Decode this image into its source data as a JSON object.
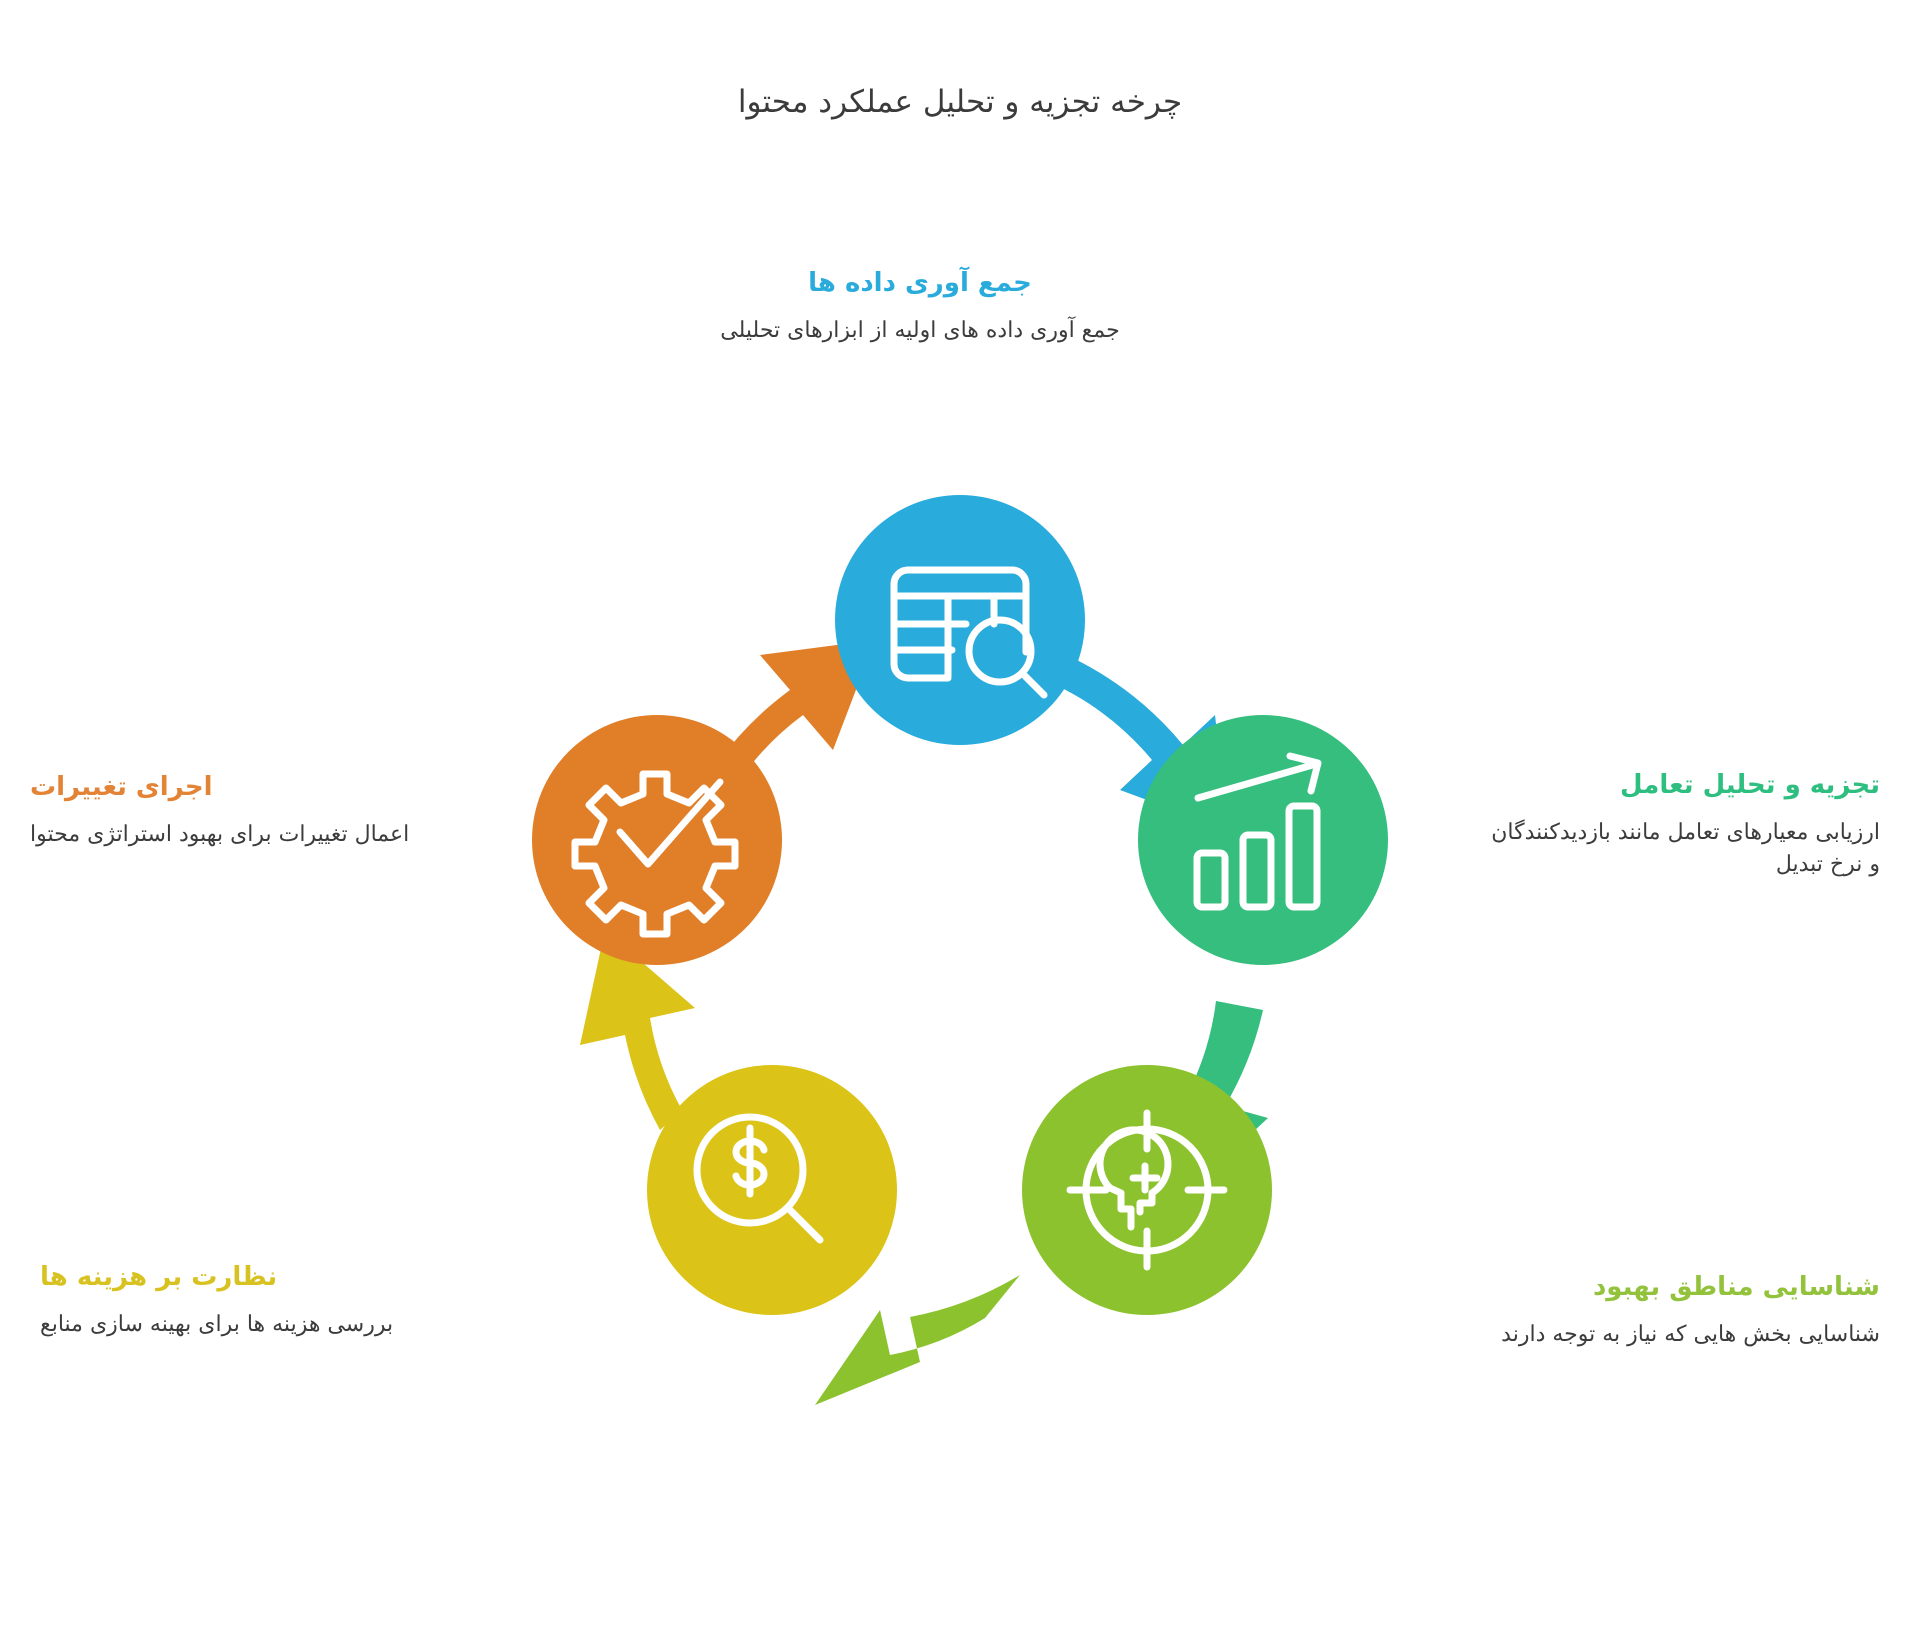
{
  "page": {
    "title": "چرخه تجزیه و تحلیل عملکرد محتوا",
    "background_color": "#FFFFFF",
    "title_color": "#3B3B3B"
  },
  "diagram": {
    "type": "cycle",
    "direction": "clockwise",
    "stage_count": 5,
    "stages": [
      {
        "id": "data-collection",
        "position": "top",
        "heading": "جمع آوری داده ها",
        "description": "جمع آوری داده های اولیه از ابزارهای تحلیلی",
        "color": "#29ABDC",
        "icon": "table-search-icon"
      },
      {
        "id": "engagement-analysis",
        "position": "right",
        "heading": "تجزیه و تحلیل تعامل",
        "description": "ارزیابی معیارهای تعامل مانند بازدیدکنندگان و نرخ تبدیل",
        "color": "#35BE7E",
        "icon": "bar-chart-growth-icon"
      },
      {
        "id": "identify-improvement-areas",
        "position": "bottom-right",
        "heading": "شناسایی مناطق بهبود",
        "description": "شناسایی بخش هایی که نیاز به توجه دارند",
        "color": "#8CC22E",
        "icon": "target-head-icon"
      },
      {
        "id": "cost-monitoring",
        "position": "bottom-left",
        "heading": "نظارت بر هزینه ها",
        "description": "بررسی هزینه ها برای بهینه سازی منابع",
        "color": "#DCC318",
        "icon": "dollar-magnifier-icon"
      },
      {
        "id": "apply-changes",
        "position": "left",
        "heading": "اجرای تغییرات",
        "description": "اعمال تغییرات برای بهبود استراتژی محتوا",
        "color": "#E07F28",
        "icon": "gear-check-icon"
      }
    ],
    "arrows": [
      {
        "id": "arrow-blue-to-green",
        "from": "data-collection",
        "to": "engagement-analysis",
        "color": "#29ABDC"
      },
      {
        "id": "arrow-green-to-lime",
        "from": "engagement-analysis",
        "to": "identify-improvement-areas",
        "color": "#35BE7E"
      },
      {
        "id": "arrow-lime-to-yellow",
        "from": "identify-improvement-areas",
        "to": "cost-monitoring",
        "color": "#8CC22E"
      },
      {
        "id": "arrow-yellow-to-orange",
        "from": "cost-monitoring",
        "to": "apply-changes",
        "color": "#DCC318"
      },
      {
        "id": "arrow-orange-to-blue",
        "from": "apply-changes",
        "to": "data-collection",
        "color": "#E07F28"
      }
    ]
  }
}
